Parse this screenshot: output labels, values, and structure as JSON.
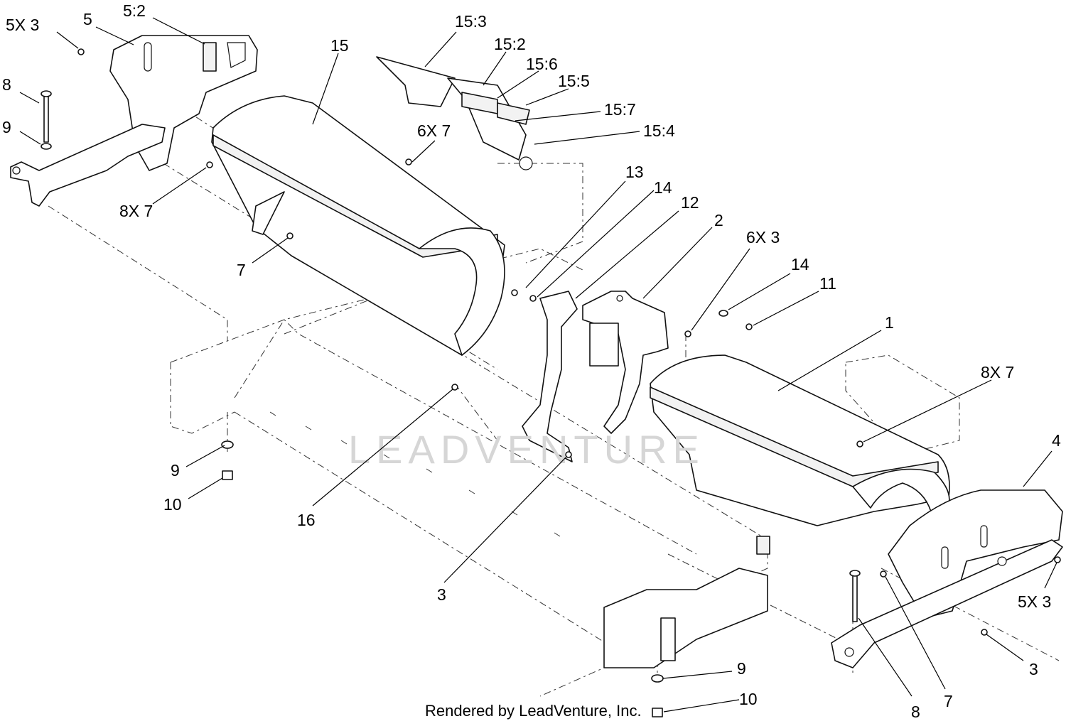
{
  "watermark": "LEADVENTURE",
  "credit": "Rendered by LeadVenture, Inc.",
  "callouts": {
    "c_5x3_tl": "5X 3",
    "c_5_tl": "5",
    "c_5_2": "5:2",
    "c_15": "15",
    "c_15_3": "15:3",
    "c_15_2": "15:2",
    "c_15_6": "15:6",
    "c_15_5": "15:5",
    "c_15_7": "15:7",
    "c_15_4": "15:4",
    "c_8_tl": "8",
    "c_9_tl": "9",
    "c_6x7": "6X 7",
    "c_8x7_l": "8X 7",
    "c_13": "13",
    "c_14_a": "14",
    "c_12": "12",
    "c_2": "2",
    "c_6x3": "6X 3",
    "c_14_b": "14",
    "c_11": "11",
    "c_7_l": "7",
    "c_1": "1",
    "c_8x7_r": "8X 7",
    "c_4": "4",
    "c_9_l": "9",
    "c_10_l": "10",
    "c_16": "16",
    "c_3_mid": "3",
    "c_5x3_r": "5X 3",
    "c_3_r": "3",
    "c_9_b": "9",
    "c_10_b": "10",
    "c_8_b": "8",
    "c_7_b": "7"
  }
}
